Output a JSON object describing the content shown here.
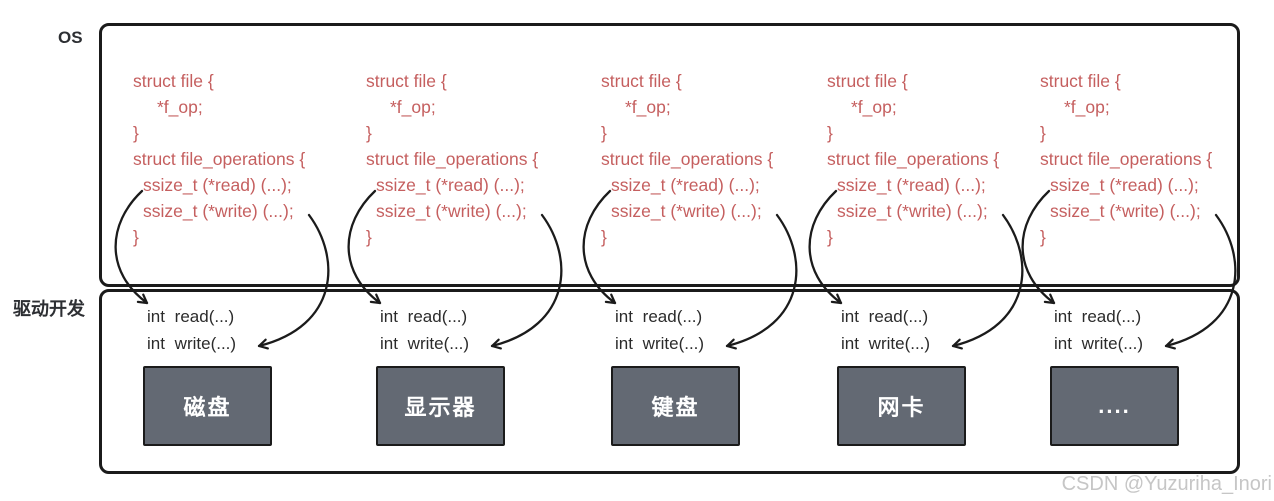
{
  "labels": {
    "os": "OS",
    "driver_dev": "驱动开发"
  },
  "code_block": {
    "lines": [
      {
        "text": "struct file {",
        "indent": 0
      },
      {
        "text": "*f_op;",
        "indent": 2
      },
      {
        "text": "}",
        "indent": 0
      },
      {
        "text": "struct file_operations {",
        "indent": 0
      },
      {
        "text": "ssize_t (*read) (...);",
        "indent": 1
      },
      {
        "text": "ssize_t (*write) (...);",
        "indent": 1
      },
      {
        "text": "}",
        "indent": 0
      }
    ]
  },
  "driver_functions": {
    "read": "int read(...)",
    "write": "int write(...)"
  },
  "devices": [
    "磁盘",
    "显示器",
    "键盘",
    "网卡",
    "...."
  ],
  "watermark": {
    "text": "CSDN @Yuzuriha_Inori"
  },
  "colors": {
    "code_red": "#c55f5f",
    "device_fill": "#636973",
    "line_black": "#1b1b1b",
    "watermark_gray": "#c6c6c6"
  }
}
